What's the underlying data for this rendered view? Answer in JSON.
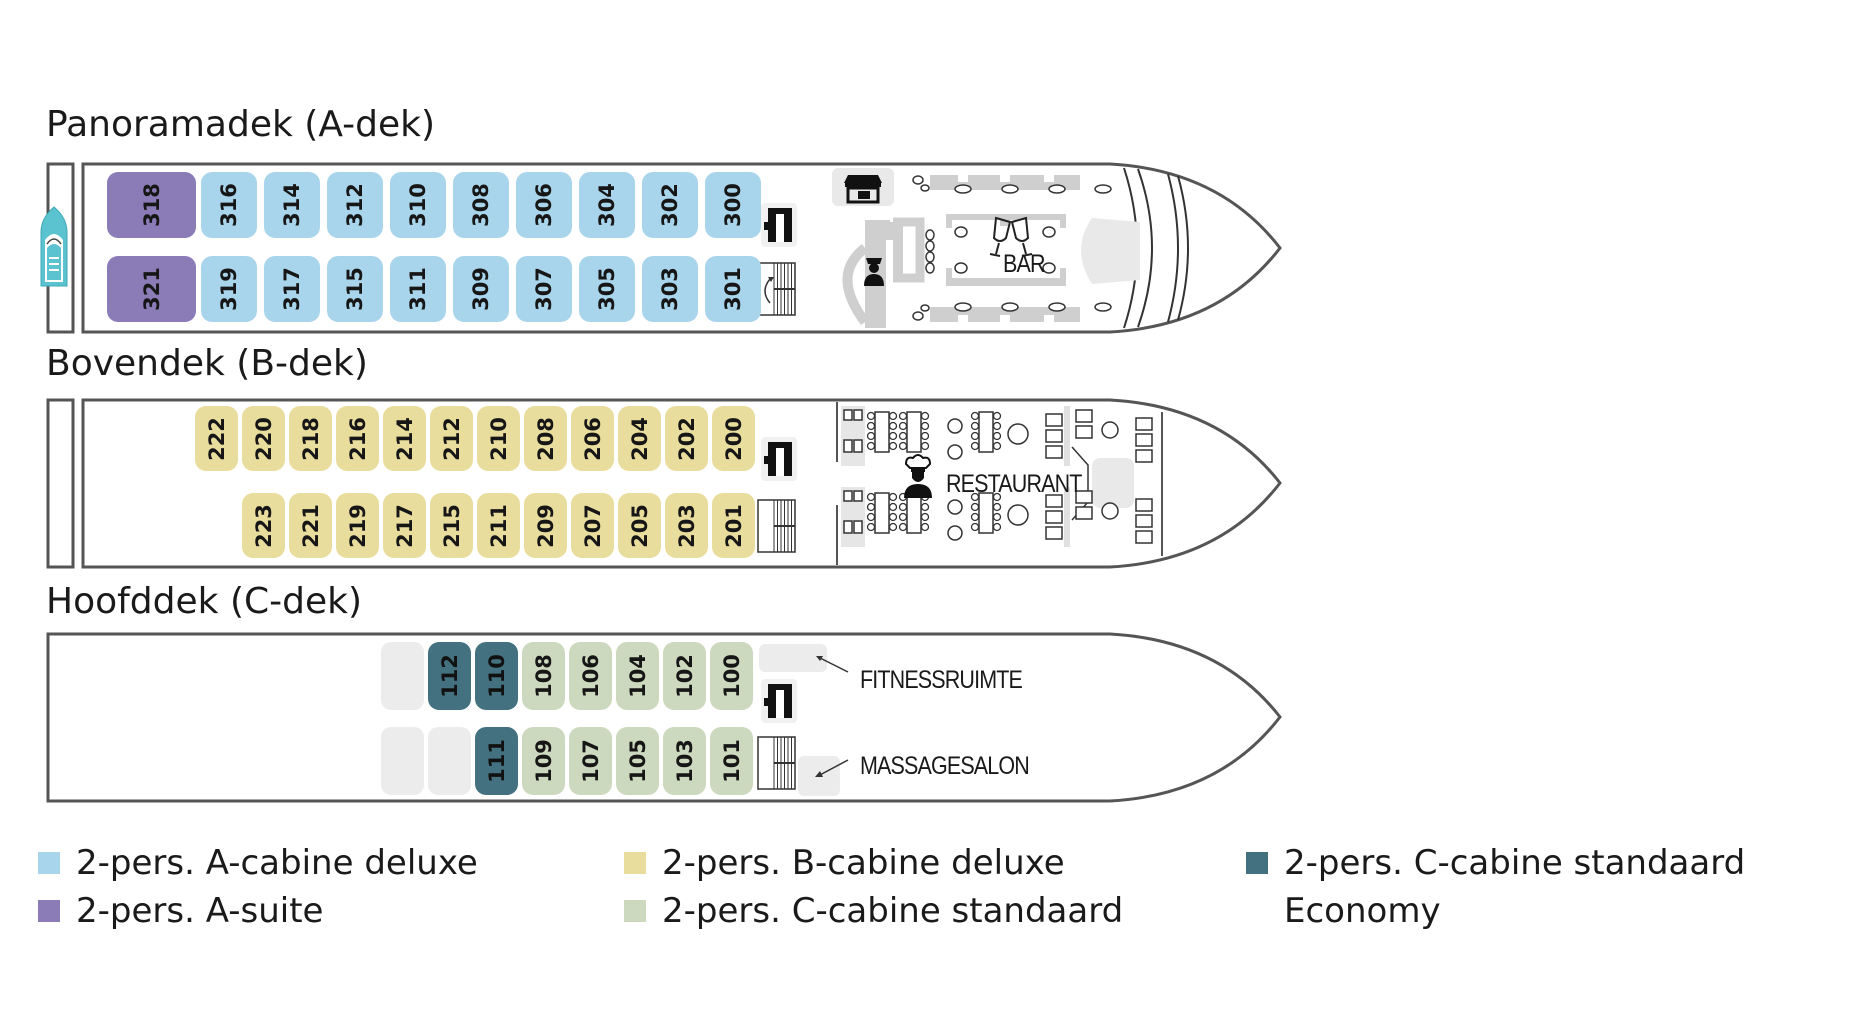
{
  "decks": [
    {
      "id": "A",
      "title": "Panoramadek (A-dek)",
      "top_row": [
        {
          "no": "318",
          "type": "suite"
        },
        {
          "no": "316",
          "type": "a_deluxe"
        },
        {
          "no": "314",
          "type": "a_deluxe"
        },
        {
          "no": "312",
          "type": "a_deluxe"
        },
        {
          "no": "310",
          "type": "a_deluxe"
        },
        {
          "no": "308",
          "type": "a_deluxe"
        },
        {
          "no": "306",
          "type": "a_deluxe"
        },
        {
          "no": "304",
          "type": "a_deluxe"
        },
        {
          "no": "302",
          "type": "a_deluxe"
        },
        {
          "no": "300",
          "type": "a_deluxe"
        }
      ],
      "bottom_row": [
        {
          "no": "321",
          "type": "suite"
        },
        {
          "no": "319",
          "type": "a_deluxe"
        },
        {
          "no": "317",
          "type": "a_deluxe"
        },
        {
          "no": "315",
          "type": "a_deluxe"
        },
        {
          "no": "311",
          "type": "a_deluxe"
        },
        {
          "no": "309",
          "type": "a_deluxe"
        },
        {
          "no": "307",
          "type": "a_deluxe"
        },
        {
          "no": "305",
          "type": "a_deluxe"
        },
        {
          "no": "303",
          "type": "a_deluxe"
        },
        {
          "no": "301",
          "type": "a_deluxe"
        }
      ],
      "areas": {
        "bar_label": "BAR"
      },
      "icons": [
        "life-boat-icon",
        "elevator-icon",
        "stairs-icon",
        "shop-icon",
        "reception-icon",
        "champagne-glasses-icon"
      ]
    },
    {
      "id": "B",
      "title": "Bovendek (B-dek)",
      "top_row": [
        {
          "no": "222",
          "type": "b_deluxe"
        },
        {
          "no": "220",
          "type": "b_deluxe"
        },
        {
          "no": "218",
          "type": "b_deluxe"
        },
        {
          "no": "216",
          "type": "b_deluxe"
        },
        {
          "no": "214",
          "type": "b_deluxe"
        },
        {
          "no": "212",
          "type": "b_deluxe"
        },
        {
          "no": "210",
          "type": "b_deluxe"
        },
        {
          "no": "208",
          "type": "b_deluxe"
        },
        {
          "no": "206",
          "type": "b_deluxe"
        },
        {
          "no": "204",
          "type": "b_deluxe"
        },
        {
          "no": "202",
          "type": "b_deluxe"
        },
        {
          "no": "200",
          "type": "b_deluxe"
        }
      ],
      "bottom_row": [
        {
          "no": "223",
          "type": "b_deluxe"
        },
        {
          "no": "221",
          "type": "b_deluxe"
        },
        {
          "no": "219",
          "type": "b_deluxe"
        },
        {
          "no": "217",
          "type": "b_deluxe"
        },
        {
          "no": "215",
          "type": "b_deluxe"
        },
        {
          "no": "211",
          "type": "b_deluxe"
        },
        {
          "no": "209",
          "type": "b_deluxe"
        },
        {
          "no": "207",
          "type": "b_deluxe"
        },
        {
          "no": "205",
          "type": "b_deluxe"
        },
        {
          "no": "203",
          "type": "b_deluxe"
        },
        {
          "no": "201",
          "type": "b_deluxe"
        }
      ],
      "areas": {
        "restaurant_label": "RESTAURANT"
      },
      "icons": [
        "elevator-icon",
        "stairs-icon",
        "chef-icon"
      ]
    },
    {
      "id": "C",
      "title": "Hoofddek (C-dek)",
      "top_row": [
        {
          "no": "",
          "type": "blank"
        },
        {
          "no": "112",
          "type": "economy"
        },
        {
          "no": "110",
          "type": "economy"
        },
        {
          "no": "108",
          "type": "c_standard"
        },
        {
          "no": "106",
          "type": "c_standard"
        },
        {
          "no": "104",
          "type": "c_standard"
        },
        {
          "no": "102",
          "type": "c_standard"
        },
        {
          "no": "100",
          "type": "c_standard"
        }
      ],
      "bottom_row": [
        {
          "no": "",
          "type": "blank"
        },
        {
          "no": "",
          "type": "blank"
        },
        {
          "no": "111",
          "type": "economy"
        },
        {
          "no": "109",
          "type": "c_standard"
        },
        {
          "no": "107",
          "type": "c_standard"
        },
        {
          "no": "105",
          "type": "c_standard"
        },
        {
          "no": "103",
          "type": "c_standard"
        },
        {
          "no": "101",
          "type": "c_standard"
        }
      ],
      "areas": {
        "fitness_label": "FITNESSRUIMTE",
        "massage_label": "MASSAGESALON"
      },
      "icons": [
        "elevator-icon",
        "stairs-icon"
      ]
    }
  ],
  "legend": [
    {
      "key": "a_deluxe",
      "label": "2-pers. A-cabine deluxe",
      "color": "#a9d5ec"
    },
    {
      "key": "suite",
      "label": "2-pers. A-suite",
      "color": "#8b7cb8"
    },
    {
      "key": "b_deluxe",
      "label": "2-pers. B-cabine deluxe",
      "color": "#e9dd9e"
    },
    {
      "key": "c_standard",
      "label": "2-pers. C-cabine standaard",
      "color": "#cdd9be"
    },
    {
      "key": "economy",
      "label": "2-pers. C-cabine standaard",
      "label_line2": "Economy",
      "color": "#43717f"
    }
  ],
  "colors": {
    "hull_stroke": "#555555",
    "facility_gray": "#cfcfcf",
    "blank_cabin": "#ececec",
    "lifeboat": "#5bc2cf"
  }
}
